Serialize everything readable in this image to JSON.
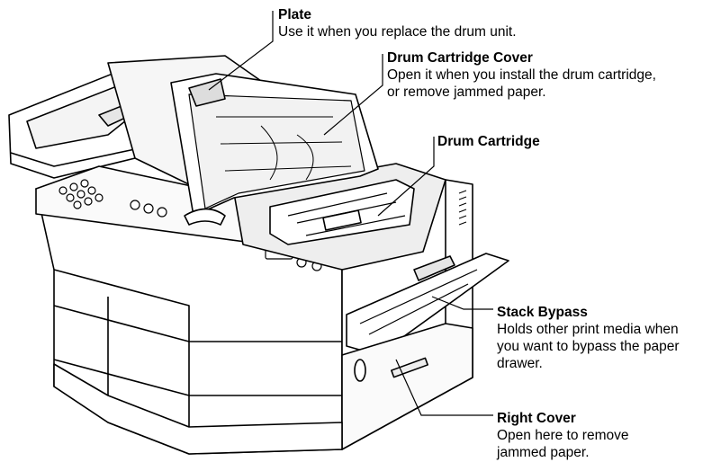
{
  "callouts": [
    {
      "id": "plate",
      "title": "Plate",
      "lines": [
        "Use it when you replace the drum unit."
      ]
    },
    {
      "id": "drum-cover",
      "title": "Drum Cartridge Cover",
      "lines": [
        "Open it when you install the drum cartridge,",
        "or remove jammed paper."
      ]
    },
    {
      "id": "drum-cartridge",
      "title": "Drum Cartridge",
      "lines": []
    },
    {
      "id": "stack-bypass",
      "title": "Stack Bypass",
      "lines": [
        "Holds other print media when",
        "you want to bypass the paper",
        "drawer."
      ]
    },
    {
      "id": "right-cover",
      "title": "Right Cover",
      "lines": [
        "Open here to remove",
        "jammed paper."
      ]
    }
  ],
  "colors": {
    "line": "#000000",
    "fill": "#ffffff",
    "shade": "#d8d8d8"
  }
}
